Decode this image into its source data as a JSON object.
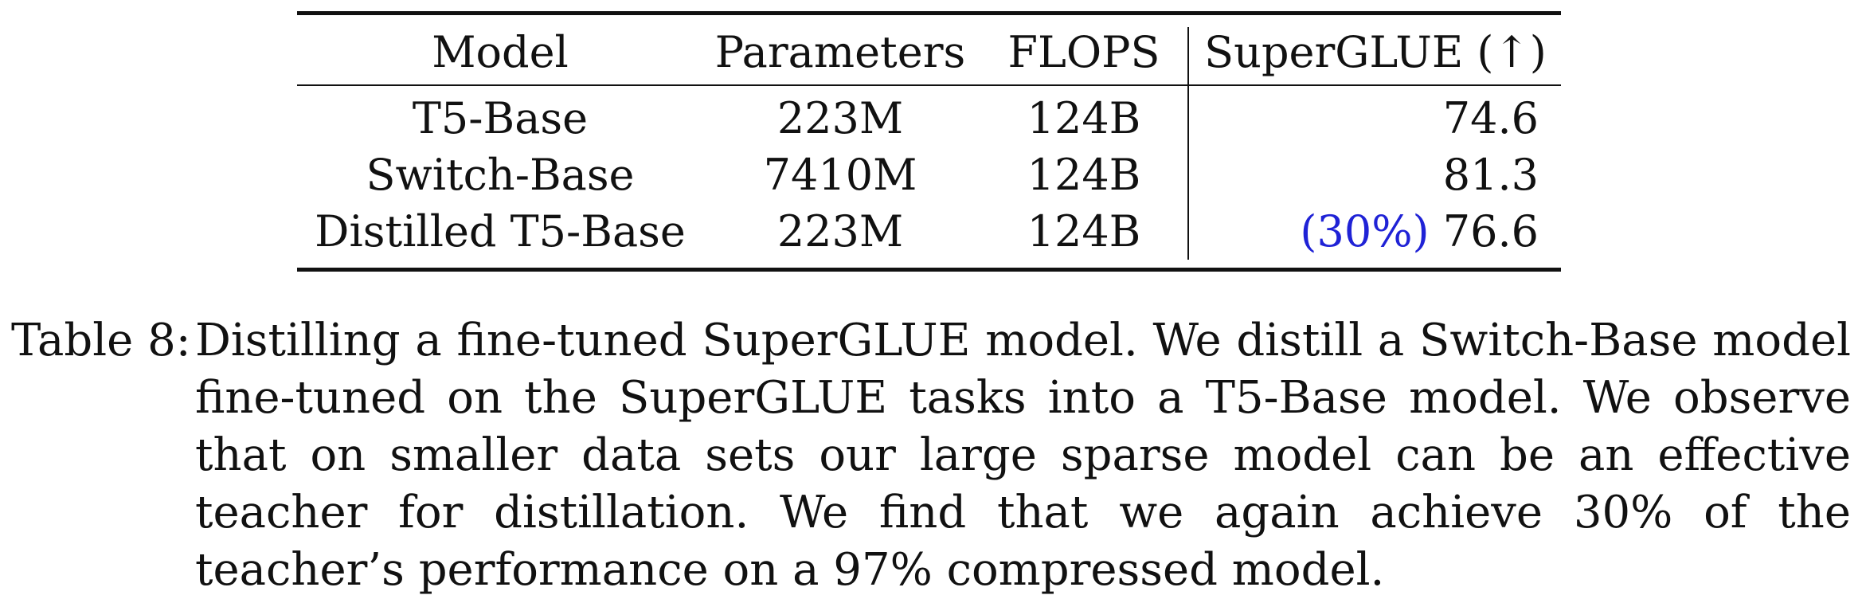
{
  "table": {
    "headers": {
      "model": "Model",
      "parameters": "Parameters",
      "flops": "FLOPS",
      "superglue": "SuperGLUE (↑)"
    },
    "rows": [
      {
        "model": "T5-Base",
        "parameters": "223M",
        "flops": "124B",
        "note": "",
        "superglue": "74.6"
      },
      {
        "model": "Switch-Base",
        "parameters": "7410M",
        "flops": "124B",
        "note": "",
        "superglue": "81.3"
      },
      {
        "model": "Distilled T5-Base",
        "parameters": "223M",
        "flops": "124B",
        "note": "(30%)",
        "superglue": "76.6"
      }
    ],
    "note_color": "#1f22d6"
  },
  "caption": {
    "label": "Table 8:",
    "text": "Distilling a fine-tuned SuperGLUE model. We distill a Switch-Base model fine-tuned on the SuperGLUE tasks into a T5-Base model. We observe that on smaller data sets our large sparse model can be an effective teacher for distillation. We find that we again achieve 30% of the teacher’s performance on a 97% compressed model."
  }
}
